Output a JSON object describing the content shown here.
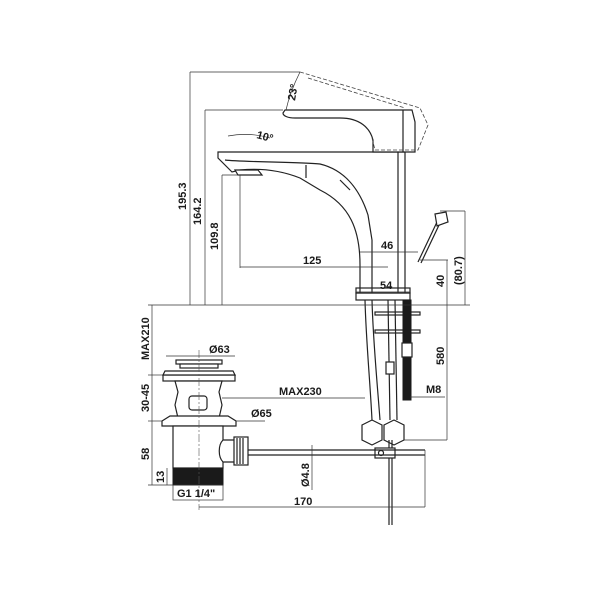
{
  "drawing": {
    "subject": "Basin mixer faucet with pop-up waste — dimension drawing",
    "angles": {
      "lever_tilt": "23°",
      "spout_tilt": "10°"
    },
    "vertical_dims": {
      "overall_height": "195.3",
      "lever_height": "164.2",
      "spout_outlet_height": "109.8",
      "lever_knob_height": "(80.7)",
      "pull_rod_height": "40",
      "hose_length": "580",
      "max_deck_thickness": "MAX210",
      "waste_adjust_range": "30-45",
      "waste_body_height": "58",
      "thread_length": "13"
    },
    "horizontal_dims": {
      "spout_reach": "125",
      "body_width": "46",
      "base_width": "54",
      "max_rod_distance": "MAX230",
      "rod_length": "170"
    },
    "diameters": {
      "plug_diameter": "Ø63",
      "flange_diameter": "Ø65",
      "rod_diameter": "Ø4.8"
    },
    "threads": {
      "waste_thread": "G1 1/4\"",
      "stud_thread": "M8"
    }
  }
}
